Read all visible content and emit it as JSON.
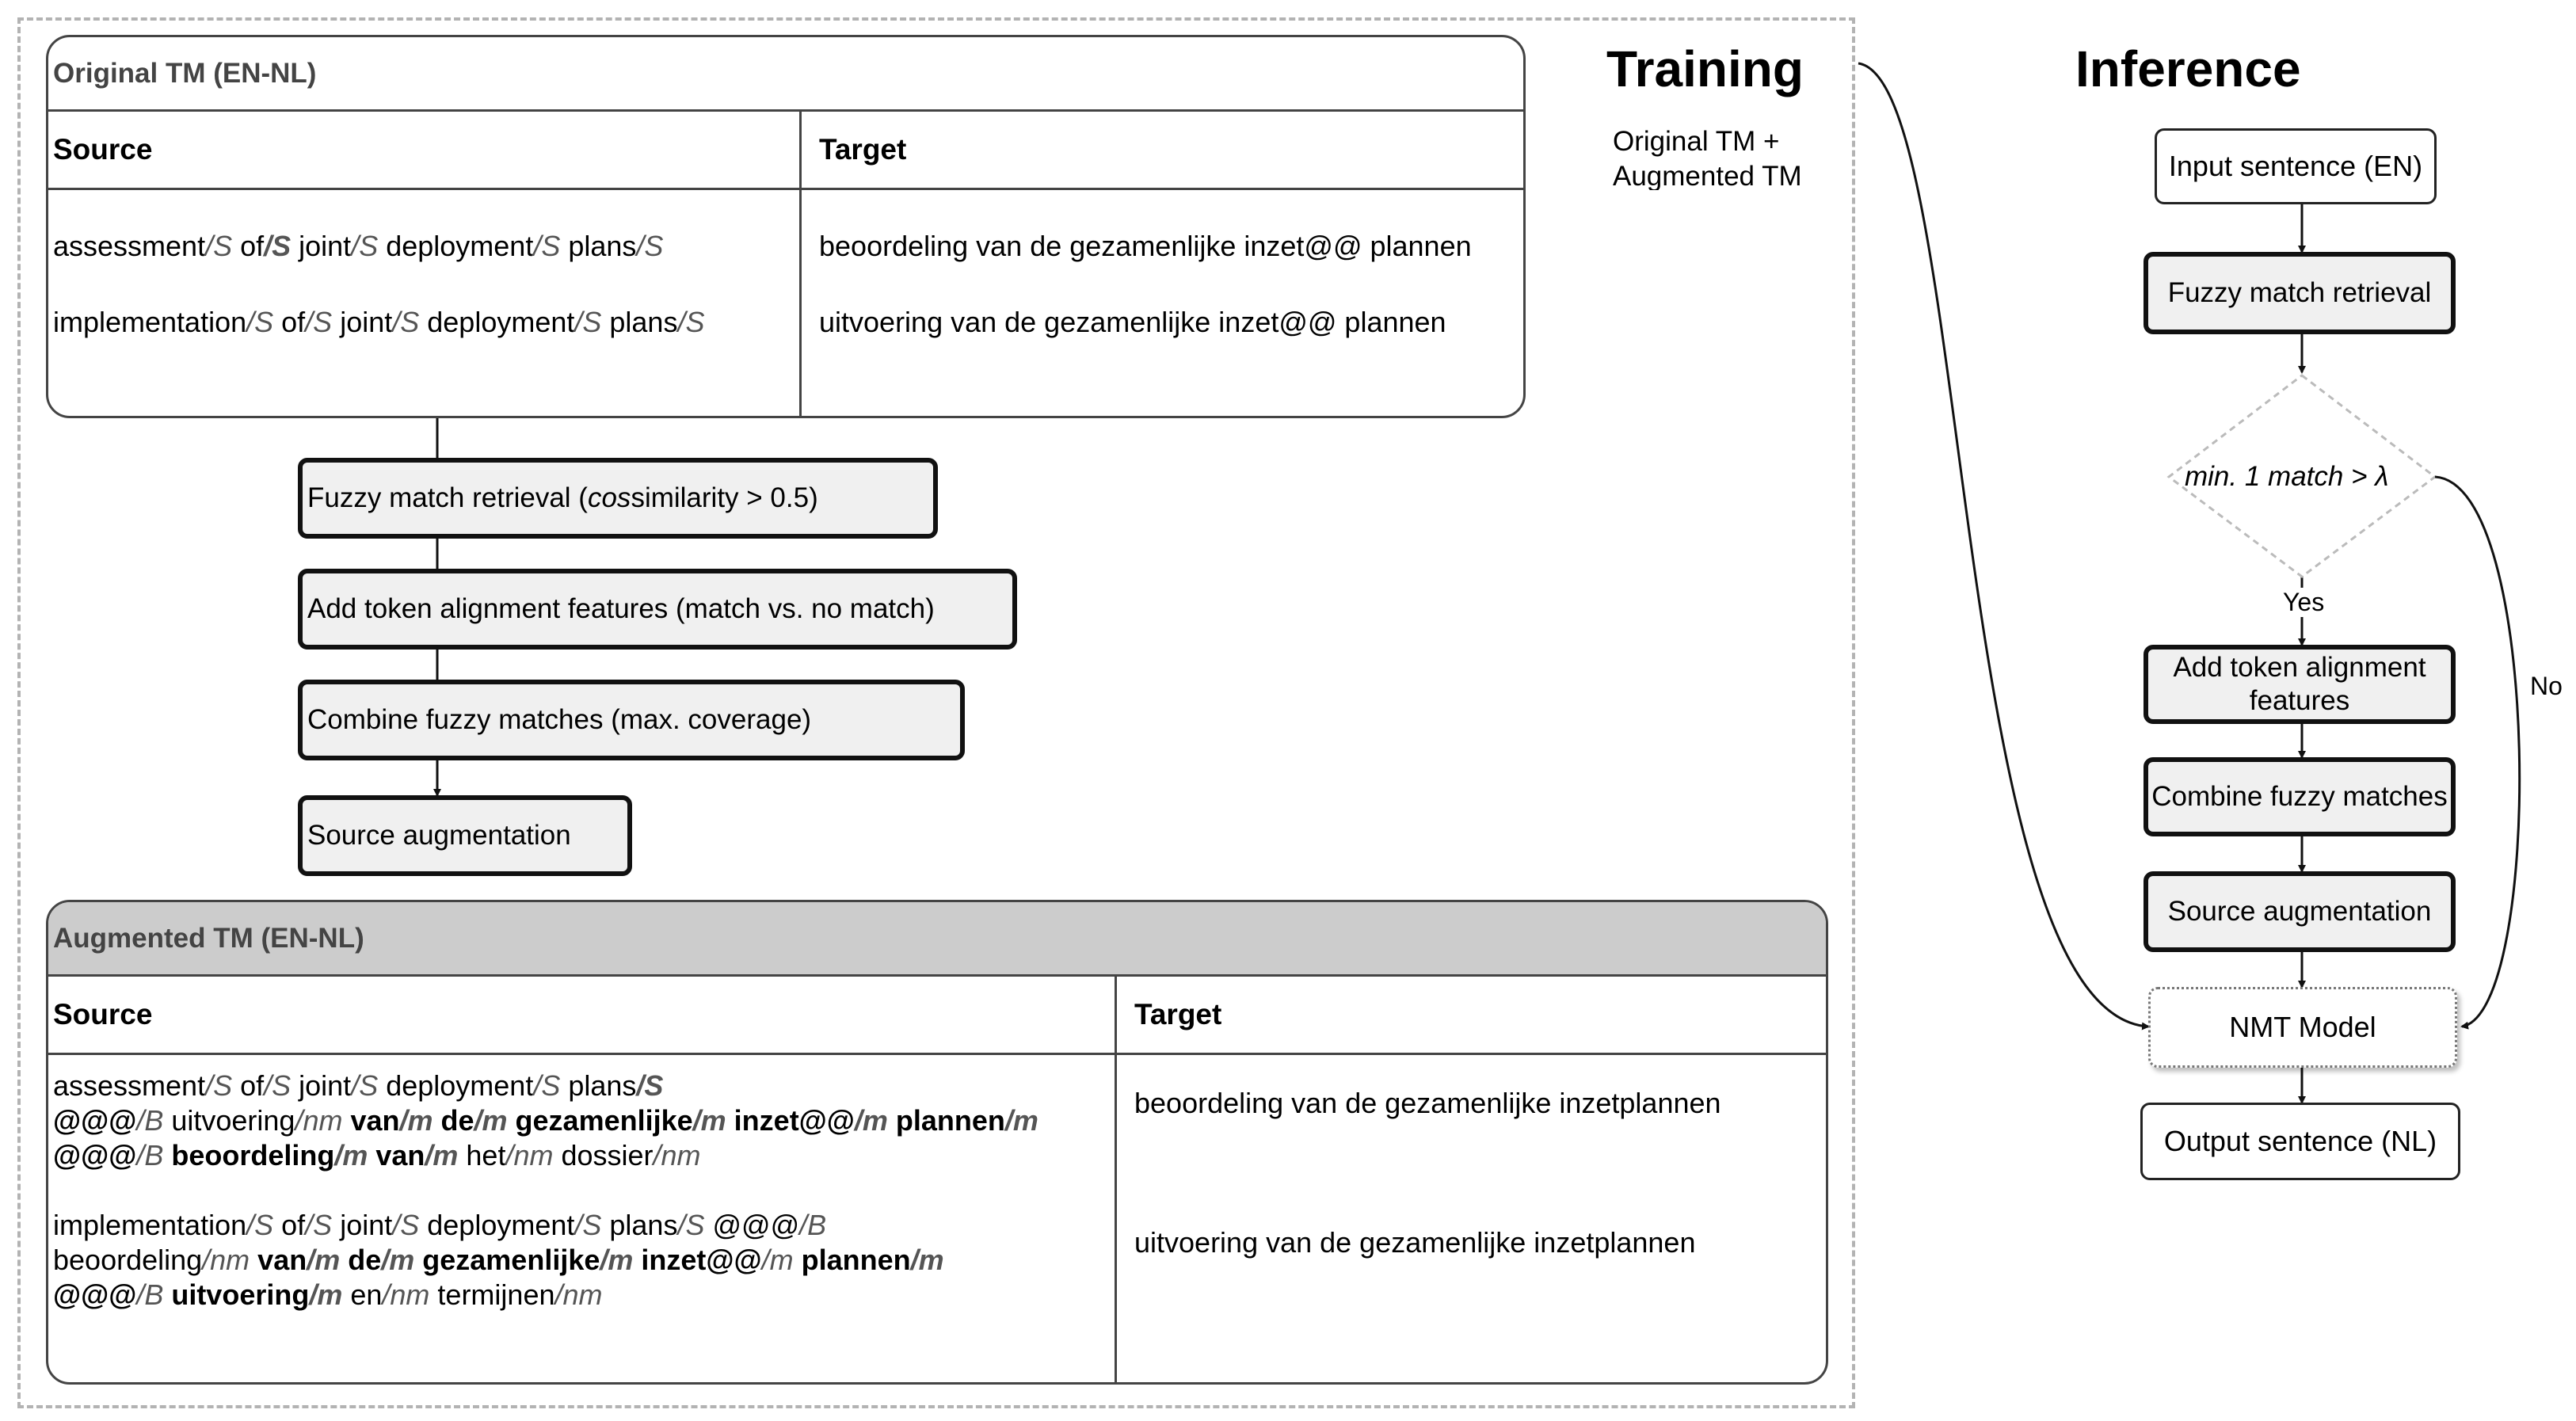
{
  "training": {
    "title": "Training",
    "note_line1": "Original TM +",
    "note_line2": "Augmented TM"
  },
  "original_tm": {
    "title": "Original TM (EN-NL)",
    "source_header": "Source",
    "target_header": "Target",
    "rows": [
      {
        "source": [
          {
            "t": "assessment"
          },
          {
            "t": "/S",
            "s": "tag"
          },
          {
            "t": " of"
          },
          {
            "t": "/S",
            "s": "tag b"
          },
          {
            "t": " joint"
          },
          {
            "t": "/S",
            "s": "tag"
          },
          {
            "t": " deployment"
          },
          {
            "t": "/S",
            "s": "tag"
          },
          {
            "t": " plans"
          },
          {
            "t": "/S",
            "s": "tag"
          }
        ],
        "target": "beoordeling van de gezamenlijke inzet@@ plannen"
      },
      {
        "source": [
          {
            "t": "implementation"
          },
          {
            "t": "/S",
            "s": "tag"
          },
          {
            "t": " of"
          },
          {
            "t": "/S",
            "s": "tag"
          },
          {
            "t": " joint"
          },
          {
            "t": "/S",
            "s": "tag"
          },
          {
            "t": " deployment"
          },
          {
            "t": "/S",
            "s": "tag"
          },
          {
            "t": " plans"
          },
          {
            "t": "/S",
            "s": "tag"
          }
        ],
        "target": "uitvoering van de gezamenlijke inzet@@ plannen"
      }
    ]
  },
  "training_steps": {
    "fuzzy": [
      {
        "t": "Fuzzy match retrieval ("
      },
      {
        "t": "cos",
        "s": "i"
      },
      {
        "t": " similarity > 0.5)"
      }
    ],
    "align": "Add token alignment features (match vs. no match)",
    "combine": "Combine fuzzy matches (max. coverage)",
    "augment": "Source augmentation"
  },
  "augmented_tm": {
    "title": "Augmented TM (EN-NL)",
    "source_header": "Source",
    "target_header": "Target",
    "rows": [
      {
        "source_lines": [
          [
            {
              "t": "assessment"
            },
            {
              "t": "/S",
              "s": "tag"
            },
            {
              "t": " of"
            },
            {
              "t": "/S",
              "s": "tag"
            },
            {
              "t": " joint"
            },
            {
              "t": "/S",
              "s": "tag"
            },
            {
              "t": " deployment"
            },
            {
              "t": "/S",
              "s": "tag"
            },
            {
              "t": " plans"
            },
            {
              "t": "/S",
              "s": "tag b"
            }
          ],
          [
            {
              "t": "@@@",
              "s": "b"
            },
            {
              "t": "/B",
              "s": "tag"
            },
            {
              "t": " uitvoering"
            },
            {
              "t": "/nm",
              "s": "tag"
            },
            {
              "t": " van",
              "s": "b"
            },
            {
              "t": "/m",
              "s": "tag b"
            },
            {
              "t": " de",
              "s": "b"
            },
            {
              "t": "/m",
              "s": "tag b"
            },
            {
              "t": " gezamenlijke",
              "s": "b"
            },
            {
              "t": "/m",
              "s": "tag b"
            },
            {
              "t": " inzet@@",
              "s": "b"
            },
            {
              "t": "/m",
              "s": "tag b"
            },
            {
              "t": " plannen",
              "s": "b"
            },
            {
              "t": "/m",
              "s": "tag b"
            }
          ],
          [
            {
              "t": "@@@",
              "s": "b"
            },
            {
              "t": "/B",
              "s": "tag"
            },
            {
              "t": " beoordeling",
              "s": "b"
            },
            {
              "t": "/m",
              "s": "tag b"
            },
            {
              "t": " van",
              "s": "b"
            },
            {
              "t": "/m",
              "s": "tag b"
            },
            {
              "t": " het"
            },
            {
              "t": "/nm",
              "s": "tag"
            },
            {
              "t": " dossier"
            },
            {
              "t": "/nm",
              "s": "tag"
            }
          ]
        ],
        "target": "beoordeling van de gezamenlijke inzetplannen"
      },
      {
        "source_lines": [
          [
            {
              "t": "implementation"
            },
            {
              "t": "/S",
              "s": "tag"
            },
            {
              "t": " of"
            },
            {
              "t": "/S",
              "s": "tag"
            },
            {
              "t": " joint"
            },
            {
              "t": "/S",
              "s": "tag"
            },
            {
              "t": " deployment"
            },
            {
              "t": "/S",
              "s": "tag"
            },
            {
              "t": " plans"
            },
            {
              "t": "/S",
              "s": "tag"
            },
            {
              "t": " @@@"
            },
            {
              "t": "/B",
              "s": "tag"
            }
          ],
          [
            {
              "t": "beoordeling"
            },
            {
              "t": "/nm",
              "s": "tag"
            },
            {
              "t": " van",
              "s": "b"
            },
            {
              "t": "/m",
              "s": "tag b"
            },
            {
              "t": " de",
              "s": "b"
            },
            {
              "t": "/m",
              "s": "tag b"
            },
            {
              "t": " gezamenlijke",
              "s": "b"
            },
            {
              "t": "/m",
              "s": "tag b"
            },
            {
              "t": " inzet@@",
              "s": "b"
            },
            {
              "t": "/m",
              "s": "tag"
            },
            {
              "t": " plannen",
              "s": "b"
            },
            {
              "t": "/m",
              "s": "tag b"
            }
          ],
          [
            {
              "t": "@@@",
              "s": "b"
            },
            {
              "t": "/B",
              "s": "tag"
            },
            {
              "t": " uitvoering",
              "s": "b"
            },
            {
              "t": "/m",
              "s": "tag b"
            },
            {
              "t": " en"
            },
            {
              "t": "/nm",
              "s": "tag"
            },
            {
              "t": " termijnen"
            },
            {
              "t": "/nm",
              "s": "tag"
            }
          ]
        ],
        "target": "uitvoering van de gezamenlijke inzetplannen"
      }
    ]
  },
  "inference": {
    "title": "Inference",
    "input": "Input sentence (EN)",
    "fuzzy": "Fuzzy match retrieval",
    "decision": [
      {
        "t": "min. 1 match > ",
        "s": "i"
      },
      {
        "t": "λ",
        "s": "i"
      }
    ],
    "yes": "Yes",
    "no": "No",
    "align": "Add token alignment features",
    "combine": "Combine fuzzy matches",
    "augment": "Source augmentation",
    "model": "NMT Model",
    "output": "Output sentence (NL)"
  }
}
